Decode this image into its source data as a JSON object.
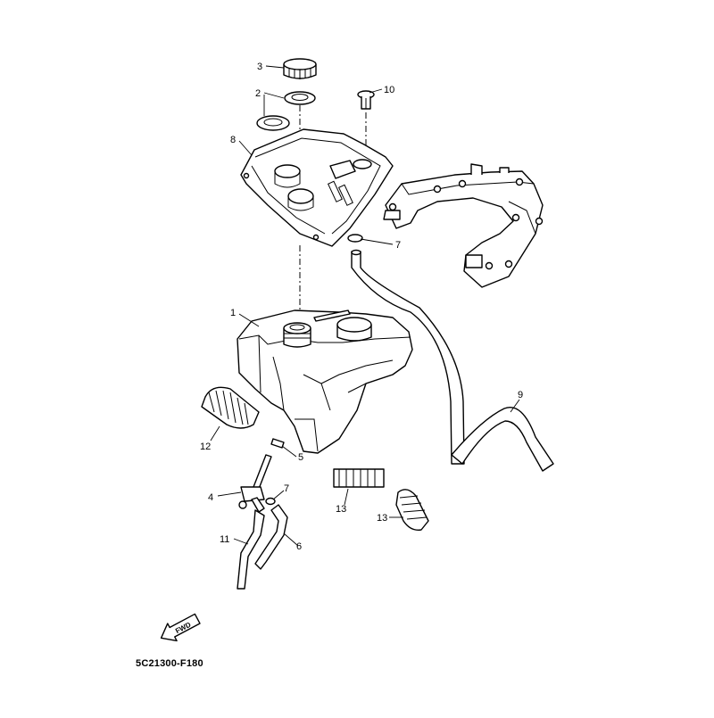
{
  "diagram": {
    "reference_code": "5C21300-F180",
    "direction_label": "FWD",
    "callouts": [
      {
        "id": "c3",
        "label": "3"
      },
      {
        "id": "c2",
        "label": "2"
      },
      {
        "id": "c10",
        "label": "10"
      },
      {
        "id": "c8",
        "label": "8"
      },
      {
        "id": "c7a",
        "label": "7"
      },
      {
        "id": "c1",
        "label": "1"
      },
      {
        "id": "c9",
        "label": "9"
      },
      {
        "id": "c12",
        "label": "12"
      },
      {
        "id": "c5",
        "label": "5"
      },
      {
        "id": "c4",
        "label": "4"
      },
      {
        "id": "c7b",
        "label": "7"
      },
      {
        "id": "c11",
        "label": "11"
      },
      {
        "id": "c6",
        "label": "6"
      },
      {
        "id": "c13a",
        "label": "13"
      },
      {
        "id": "c13b",
        "label": "13"
      }
    ]
  }
}
